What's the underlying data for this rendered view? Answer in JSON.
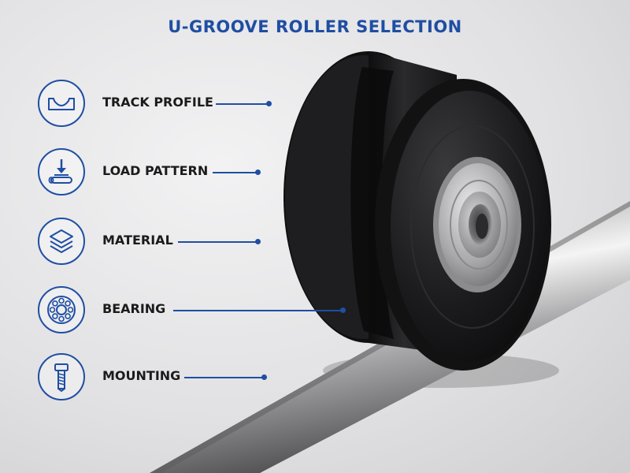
{
  "header": {
    "title": "U-GROOVE ROLLER SELECTION"
  },
  "callouts": [
    {
      "label": "TRACK PROFILE",
      "icon": "u-groove-profile-icon"
    },
    {
      "label": "LOAD PATTERN",
      "icon": "load-arrow-icon"
    },
    {
      "label": "MATERIAL",
      "icon": "layers-icon"
    },
    {
      "label": "BEARING",
      "icon": "ball-bearing-icon"
    },
    {
      "label": "MOUNTING",
      "icon": "bolt-icon"
    }
  ],
  "colors": {
    "accent": "#1f4ea3",
    "label": "#1b1b1b",
    "background": "#e4e4e6",
    "roller": "#1a1a1c"
  }
}
